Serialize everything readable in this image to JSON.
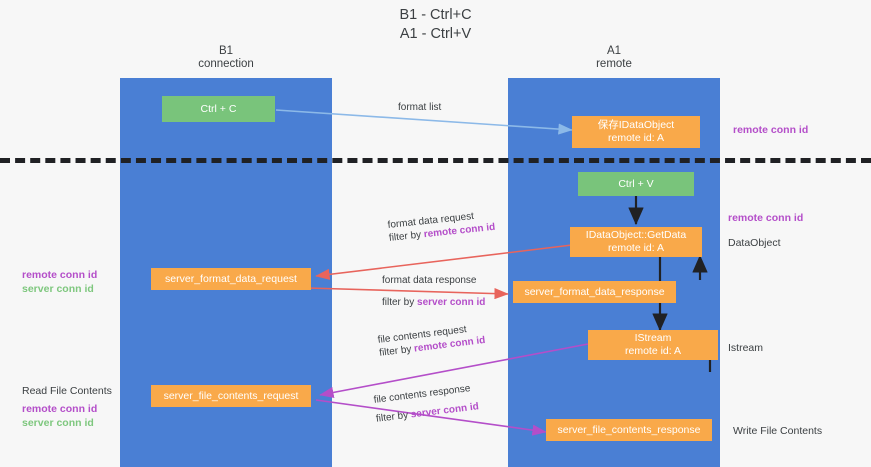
{
  "title": {
    "line1": "B1 - Ctrl+C",
    "line2": "A1 - Ctrl+V"
  },
  "lanes": [
    {
      "id": "b1",
      "name": "B1",
      "subtitle": "connection"
    },
    {
      "id": "a1",
      "name": "A1",
      "subtitle": "remote"
    }
  ],
  "colors": {
    "lane": "#4a7fd4",
    "green_box": "#79c47b",
    "orange_box": "#f9a94a",
    "remote_conn_id": "#b44ec9",
    "server_conn_id": "#7ec77e",
    "arrow_blue": "#8cb9e8",
    "arrow_red": "#e8645c",
    "arrow_purple": "#b44ec9",
    "arrow_black": "#202124",
    "divider": "#202124"
  },
  "boxes": {
    "ctrl_c": {
      "label": "Ctrl + C",
      "sub": ""
    },
    "save_idataobject": {
      "label": "保存IDataObject",
      "sub": "remote id: A"
    },
    "ctrl_v": {
      "label": "Ctrl + V",
      "sub": ""
    },
    "idataobject_getdata": {
      "label": "IDataObject::GetData",
      "sub": "remote id: A"
    },
    "server_format_data_request": {
      "label": "server_format_data_request",
      "sub": ""
    },
    "server_format_data_response": {
      "label": "server_format_data_response",
      "sub": ""
    },
    "istream": {
      "label": "IStream",
      "sub": "remote id: A"
    },
    "server_file_contents_request": {
      "label": "server_file_contents_request",
      "sub": ""
    },
    "server_file_contents_response": {
      "label": "server_file_contents_response",
      "sub": ""
    }
  },
  "mid_labels": {
    "format_list": "format list",
    "format_data_request": "format data request",
    "format_data_request_filter_prefix": "filter by ",
    "format_data_request_filter_value": "remote conn id",
    "format_data_response": "format data response",
    "format_data_response_filter_prefix": "filter by ",
    "format_data_response_filter_value": "server conn id",
    "file_contents_request": "file contents request",
    "file_contents_request_filter_prefix": "filter by ",
    "file_contents_request_filter_value": "remote conn id",
    "file_contents_response": "file contents response",
    "file_contents_response_filter_prefix": "filter by ",
    "file_contents_response_filter_value": "server conn id"
  },
  "right_annotations": {
    "remote_conn_id_top": "remote conn id",
    "remote_conn_id_mid": "remote conn id",
    "dataobject": "DataObject",
    "istream": "Istream",
    "write_file_contents": "Write File Contents"
  },
  "left_annotations": {
    "remote_conn_id_mid": "remote conn id",
    "server_conn_id_mid": "server conn id",
    "read_file_contents": "Read File Contents",
    "remote_conn_id_low": "remote conn id",
    "server_conn_id_low": "server conn id"
  }
}
